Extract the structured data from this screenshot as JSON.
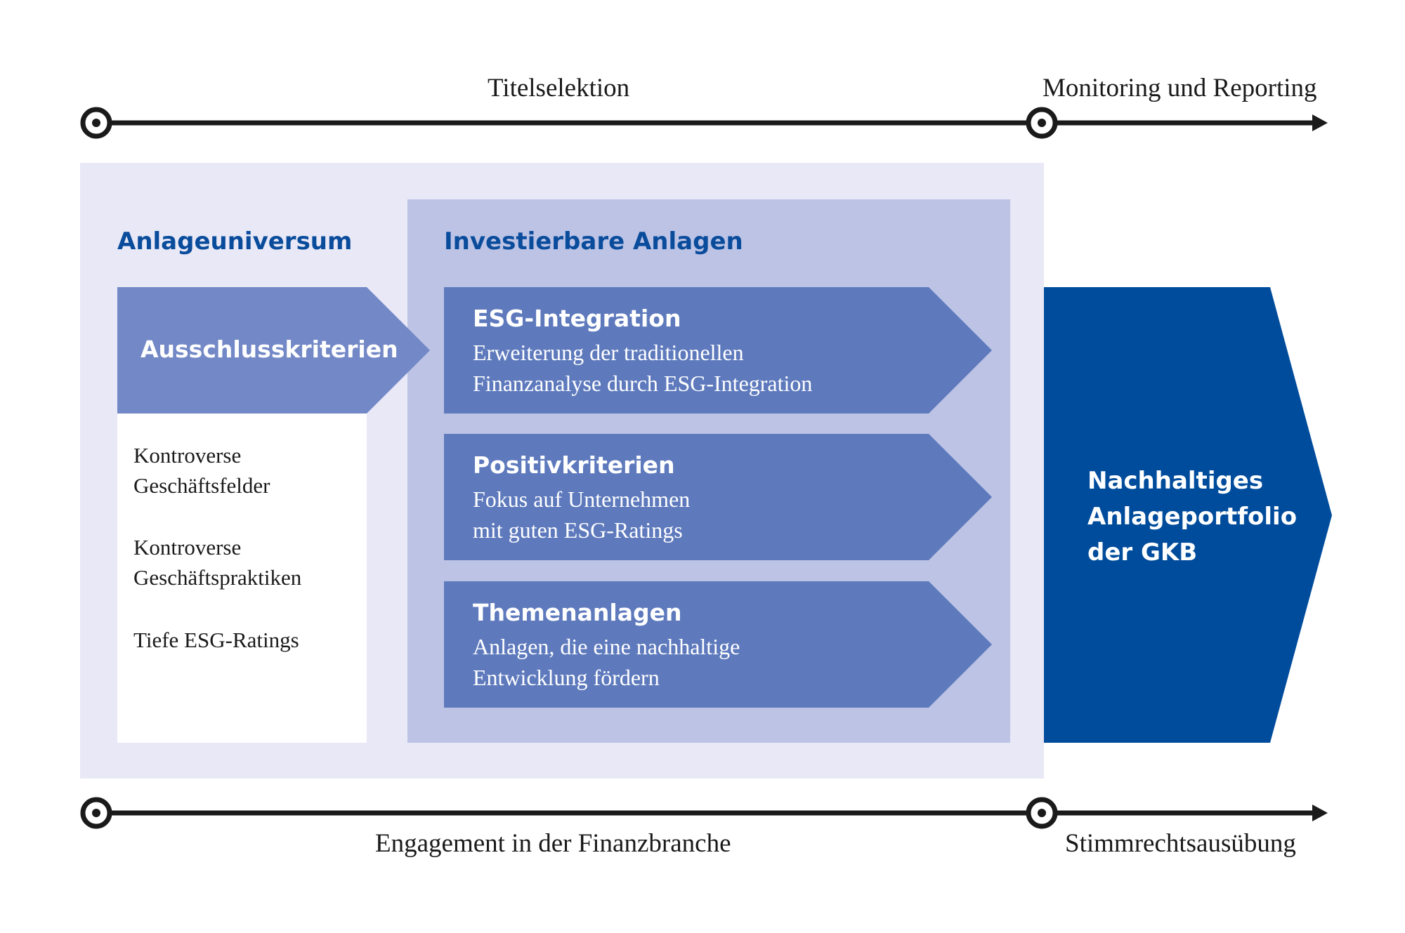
{
  "timeline_top": {
    "label_left": "Titelselektion",
    "label_right": "Monitoring und Reporting"
  },
  "timeline_bottom": {
    "label_left": "Engagement in der Finanzbranche",
    "label_right": "Stimmrechtsausübung"
  },
  "universe": {
    "heading": "Anlageuniversum",
    "exclusion_title": "Ausschlusskriterien",
    "criteria": [
      "Kontroverse Geschäftsfelder",
      "Kontroverse Geschäftspraktiken",
      "Tiefe ESG-Ratings"
    ]
  },
  "investable": {
    "heading": "Investierbare Anlagen",
    "boxes": [
      {
        "title": "ESG-Integration",
        "line1": "Erweiterung der traditionellen",
        "line2": "Finanzanalyse durch ESG-Integration"
      },
      {
        "title": "Positivkriterien",
        "line1": "Fokus auf Unternehmen",
        "line2": "mit guten ESG-Ratings"
      },
      {
        "title": "Themenanlagen",
        "line1": "Anlagen, die eine nachhaltige",
        "line2": "Entwicklung fördern"
      }
    ]
  },
  "result": {
    "line1": "Nachhaltiges",
    "line2": "Anlageportfolio",
    "line3": "der GKB"
  },
  "colors": {
    "outer_panel": "#e8e8f6",
    "inner_panel": "#bcc3e5",
    "exclusion_arrow": "#7388c6",
    "box_arrow": "#5e7abd",
    "result_arrow": "#004c9c",
    "heading_text": "#0a4c9c",
    "timeline": "#1a1a1a"
  }
}
